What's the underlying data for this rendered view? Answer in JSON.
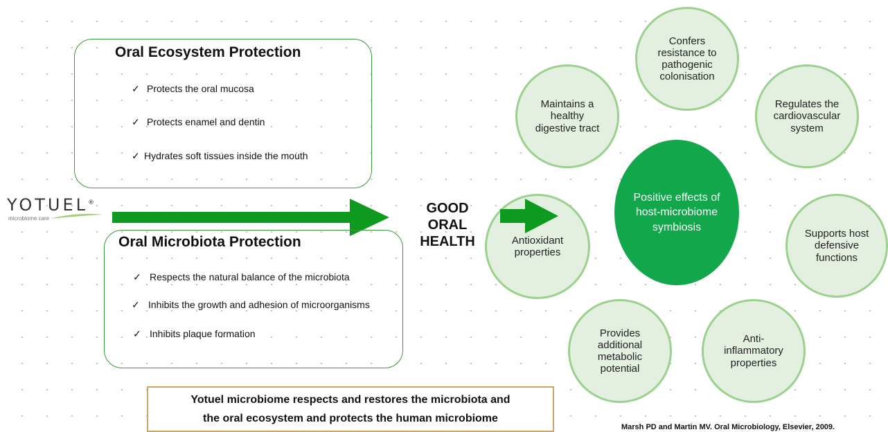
{
  "logo": {
    "name": "YOTUEL",
    "registered": "®",
    "tagline": "microbiome care"
  },
  "ecosystem": {
    "title": "Oral Ecosystem Protection",
    "items": [
      "Protects the oral mucosa",
      "Protects enamel and dentin",
      "Hydrates soft tissues inside the mouth"
    ]
  },
  "microbiota": {
    "title": "Oral Microbiota Protection",
    "items": [
      "Respects the natural balance of the microbiota",
      "Inhibits the growth and adhesion of microorganisms",
      "Inhibits plaque formation"
    ]
  },
  "good_health": "GOOD\nORAL\nHEALTH",
  "center": "Positive effects of\nhost-microbiome\nsymbiosis",
  "effects": [
    "Confers\nresistance to\npathogenic\ncolonisation",
    "Maintains a\nhealthy\ndigestive tract",
    "Regulates the\ncardiovascular\nsystem",
    "Antioxidant\nproperties",
    "Supports host\ndefensive\nfunctions",
    "Provides\nadditional\nmetabolic\npotential",
    "Anti-\ninflammatory\nproperties"
  ],
  "banner": "Yotuel microbiome respects and restores the microbiota and\nthe oral ecosystem and protects the human microbiome",
  "citation": "Marsh PD and Martin MV. Oral Microbiology, Elsevier, 2009.",
  "colors": {
    "green_dark": "#13a74c",
    "green_light": "#e3f0df",
    "green_border": "#9bd08d",
    "arrow": "#0d9a1e",
    "banner_border": "#c8a86b"
  }
}
